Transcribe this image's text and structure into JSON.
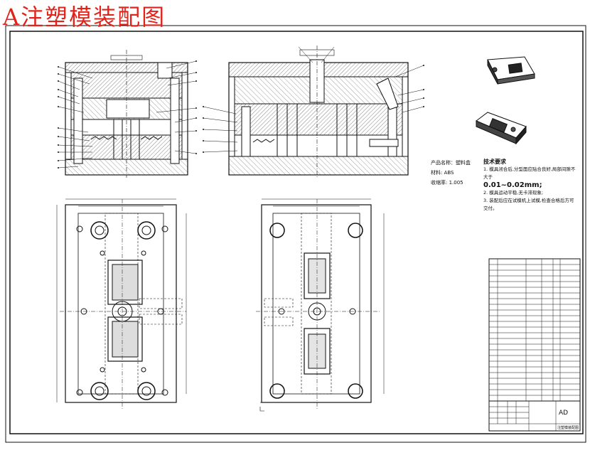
{
  "title": "A注塑模装配图",
  "material_notes": {
    "product": "产品名称：塑料盒",
    "material": "材料: ABS",
    "shrink": "收缩率: 1.005"
  },
  "tech_requirements": {
    "heading": "技术要求",
    "item1": "1. 模具闭合后,分型面应贴合良好,局部间隙不大于",
    "item1b": "0.01~0.02mm;",
    "item2": "2. 模具运动平稳,无卡滞现象;",
    "item3": "3. 装配后应在试模机上试模,检查合格后方可交付。"
  },
  "title_block": {
    "code": "AD",
    "unit": "注塑模装配图"
  },
  "colors": {
    "title": "#e0241b",
    "line": "#111111",
    "hatch": "#555555"
  }
}
